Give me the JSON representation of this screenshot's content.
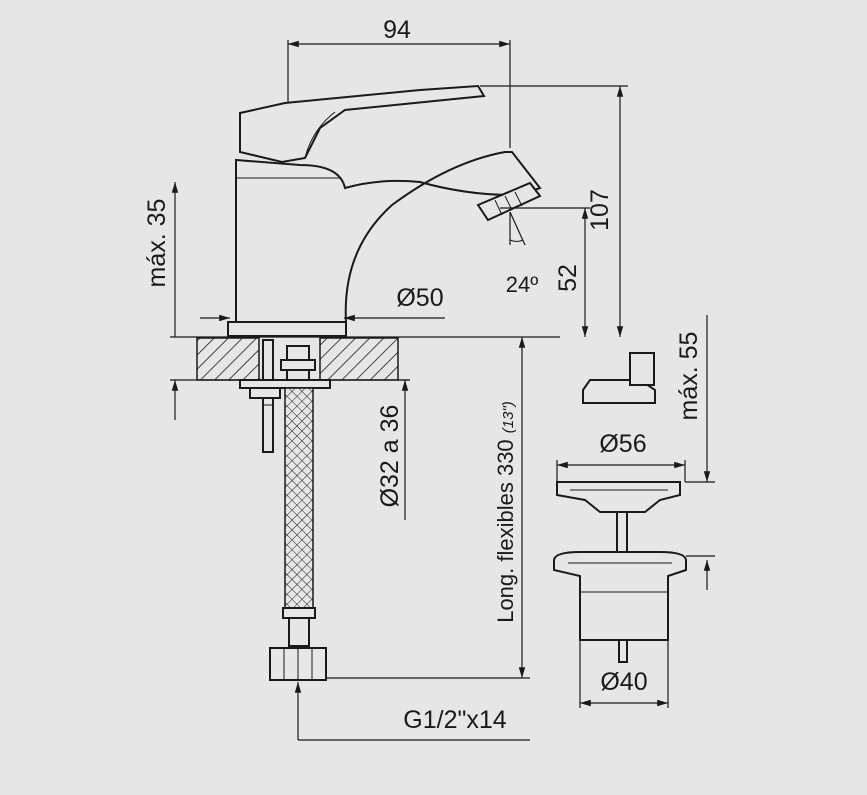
{
  "dimensions": {
    "width_top": "94",
    "height_total": "107",
    "spout_height": "52",
    "spout_angle": "24º",
    "max_thickness_left": "máx. 35",
    "base_diameter": "Ø50",
    "hole_range": "Ø32 a 36",
    "hose_length": "Long. flexibles 330",
    "hose_length_inches": "(13\")",
    "thread": "G1/2\"x14",
    "max_thickness_right": "máx. 55",
    "drain_top_diameter": "Ø56",
    "drain_bottom_diameter": "Ø40"
  },
  "colors": {
    "background": "#e6e6e6",
    "line": "#1a1a1a",
    "hatch": "#1a1a1a"
  }
}
